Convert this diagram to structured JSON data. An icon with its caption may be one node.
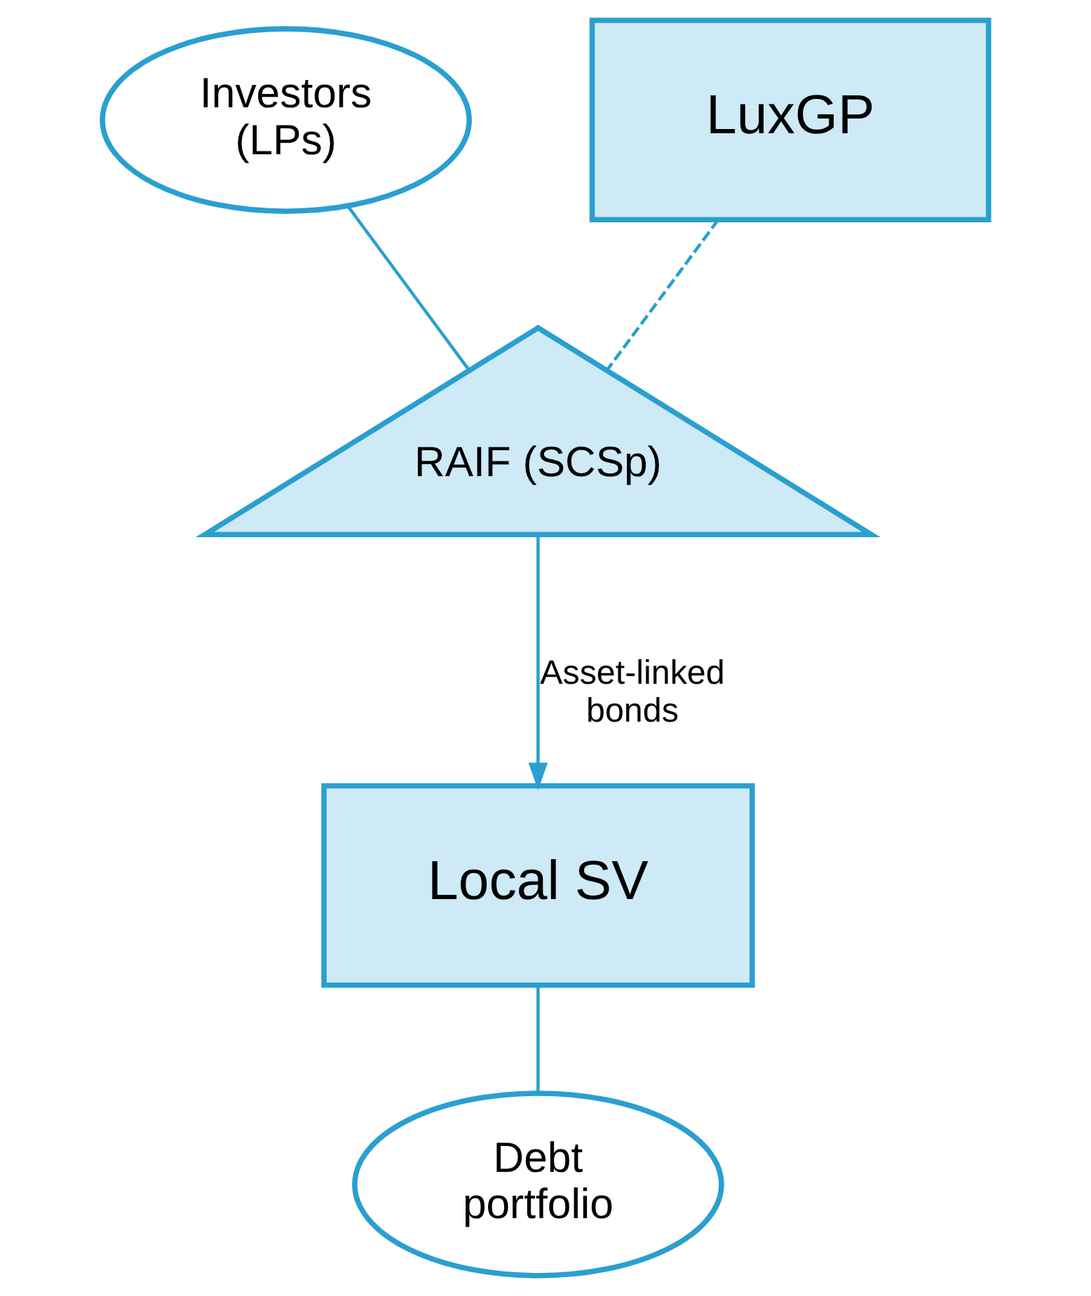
{
  "diagram": {
    "nodes": [
      {
        "text": [
          "Investors (LPs)"
        ]
      },
      {
        "text": [
          "LuxGP"
        ]
      },
      {
        "text": [
          "RAIF (SCSp)"
        ]
      },
      {
        "text": [
          "Local SV"
        ]
      },
      {
        "text": [
          "Debt portfolio"
        ]
      }
    ],
    "edges": [
      {
        "from": 0,
        "to": 2,
        "arrow": "none"
      },
      {
        "from": 1,
        "to": 2,
        "arrow": "none",
        "style": "dashed"
      },
      {
        "from": 2,
        "to": 3,
        "arrow": "to",
        "label": "Asset-linked bonds"
      },
      {
        "from": 3,
        "to": 4,
        "arrow": "none"
      }
    ]
  }
}
